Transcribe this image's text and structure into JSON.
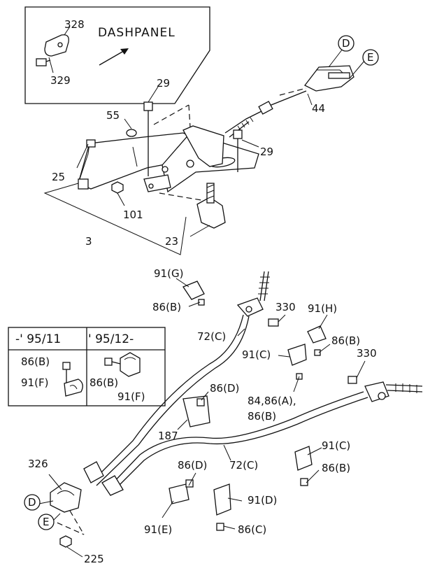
{
  "inset_top": {
    "title": "DASHPANEL",
    "parts": [
      "328",
      "329"
    ]
  },
  "inset_left": {
    "headers": [
      "-' 95/11",
      "' 95/12-"
    ],
    "left_parts": [
      "86(B)",
      "91(F)"
    ],
    "right_parts": [
      "86(B)",
      "91(F)"
    ]
  },
  "callouts": {
    "D": "D",
    "E": "E",
    "p29a": "29",
    "p29b": "29",
    "p55": "55",
    "p25": "25",
    "p44": "44",
    "p101": "101",
    "p3": "3",
    "p23": "23",
    "p91g": "91(G)",
    "p86b_a": "86(B)",
    "p330a": "330",
    "p91h": "91(H)",
    "p86b_b": "86(B)",
    "p330b": "330",
    "p72c_a": "72(C)",
    "p91c_a": "91(C)",
    "p86d_a": "86(D)",
    "p84": "84,86(A),",
    "p86b_c": "86(B)",
    "p187": "187",
    "p72c_b": "72(C)",
    "p91c_b": "91(C)",
    "p86b_d": "86(B)",
    "p326": "326",
    "p86d_b": "86(D)",
    "p91d": "91(D)",
    "p91e": "91(E)",
    "p86c": "86(C)",
    "p225": "225"
  },
  "colors": {
    "ink": "#111111",
    "paper": "#ffffff"
  }
}
